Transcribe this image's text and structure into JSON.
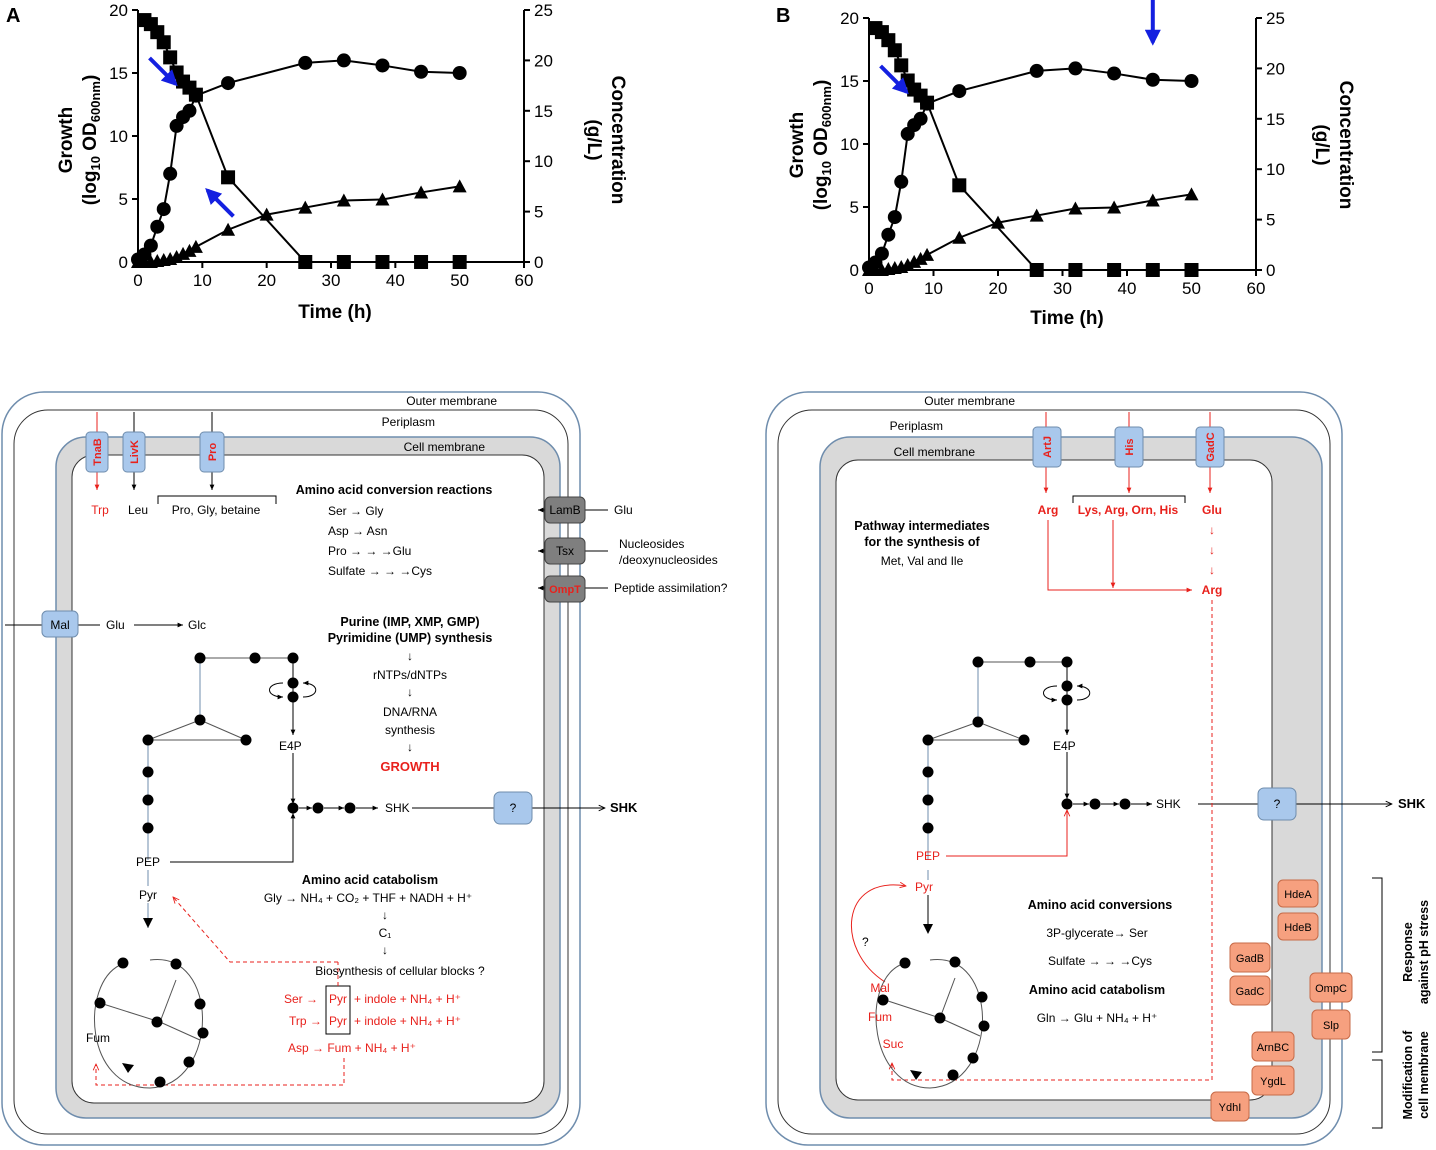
{
  "colors": {
    "black": "#000000",
    "red": "#e8211c",
    "arrow_blue": "#1420e0",
    "box_blue": "#a9c8ec",
    "box_gray": "#7f7f7f",
    "box_orange": "#f6a07f",
    "membrane": "#d9d9d9"
  },
  "chart_data": [
    {
      "panel": "A",
      "type": "line",
      "xlabel": "Time (h)",
      "ylabel_left": [
        "Growth",
        "(log10 OD600nm)"
      ],
      "ylabel_right": [
        "Concentration",
        "(g/L)"
      ],
      "xlim": [
        0,
        60
      ],
      "xticks": [
        0,
        10,
        20,
        30,
        40,
        50,
        60
      ],
      "ylim_left": [
        0,
        20
      ],
      "yticks_left": [
        0,
        5,
        10,
        15,
        20
      ],
      "ylim_right": [
        0,
        25
      ],
      "yticks_right": [
        0,
        5,
        10,
        15,
        20,
        25
      ],
      "series": [
        {
          "marker": "circle",
          "axis": "left",
          "x": [
            0,
            1,
            2,
            3,
            4,
            5,
            6,
            7,
            8,
            9,
            14,
            26,
            32,
            38,
            44,
            50
          ],
          "y": [
            0.2,
            0.6,
            1.3,
            2.8,
            4.2,
            7.0,
            10.8,
            11.5,
            12.0,
            13.2,
            14.2,
            15.8,
            16.0,
            15.6,
            15.1,
            15.0
          ]
        },
        {
          "marker": "square",
          "axis": "right",
          "x": [
            1,
            2,
            3,
            4,
            5,
            6,
            7,
            8,
            9,
            14,
            26,
            32,
            38,
            44,
            50
          ],
          "y": [
            24.0,
            23.6,
            22.8,
            21.8,
            20.3,
            18.8,
            17.9,
            17.3,
            16.6,
            8.4,
            0,
            0,
            0,
            0,
            0
          ]
        },
        {
          "marker": "triangle",
          "axis": "right",
          "x": [
            0,
            1,
            2,
            3,
            4,
            5,
            6,
            7,
            8,
            9,
            14,
            20,
            26,
            32,
            38,
            44,
            50
          ],
          "y": [
            0,
            0,
            0,
            0.1,
            0.2,
            0.3,
            0.5,
            0.8,
            1.1,
            1.5,
            3.2,
            4.7,
            5.4,
            6.1,
            6.2,
            6.9,
            7.5
          ]
        }
      ],
      "arrows": [
        {
          "x": 3.5,
          "y": 15,
          "dir": "down-right"
        },
        {
          "x": 12.5,
          "y": 4.5,
          "dir": "up-left"
        }
      ]
    },
    {
      "panel": "B",
      "type": "line",
      "xlabel": "Time (h)",
      "ylabel_left": [
        "Growth",
        "(log10 OD600nm)"
      ],
      "ylabel_right": [
        "Concentration",
        "(g/L)"
      ],
      "xlim": [
        0,
        60
      ],
      "xticks": [
        0,
        10,
        20,
        30,
        40,
        50,
        60
      ],
      "ylim_left": [
        0,
        20
      ],
      "yticks_left": [
        0,
        5,
        10,
        15,
        20
      ],
      "ylim_right": [
        0,
        25
      ],
      "yticks_right": [
        0,
        5,
        10,
        15,
        20,
        25
      ],
      "series": [
        {
          "marker": "circle",
          "axis": "left",
          "x": [
            0,
            1,
            2,
            3,
            4,
            5,
            6,
            7,
            8,
            9,
            14,
            26,
            32,
            38,
            44,
            50
          ],
          "y": [
            0.2,
            0.6,
            1.3,
            2.8,
            4.2,
            7.0,
            10.8,
            11.5,
            12.0,
            13.2,
            14.2,
            15.8,
            16.0,
            15.6,
            15.1,
            15.0
          ]
        },
        {
          "marker": "square",
          "axis": "right",
          "x": [
            1,
            2,
            3,
            4,
            5,
            6,
            7,
            8,
            9,
            14,
            26,
            32,
            38,
            44,
            50
          ],
          "y": [
            24.0,
            23.6,
            22.8,
            21.8,
            20.3,
            18.8,
            17.9,
            17.3,
            16.6,
            8.4,
            0,
            0,
            0,
            0,
            0
          ]
        },
        {
          "marker": "triangle",
          "axis": "right",
          "x": [
            0,
            1,
            2,
            3,
            4,
            5,
            6,
            7,
            8,
            9,
            14,
            20,
            26,
            32,
            38,
            44,
            50
          ],
          "y": [
            0,
            0,
            0,
            0.1,
            0.2,
            0.3,
            0.5,
            0.8,
            1.1,
            1.5,
            3.2,
            4.7,
            5.4,
            6.1,
            6.2,
            6.9,
            7.5
          ]
        }
      ],
      "arrows": [
        {
          "x": 3.5,
          "y": 15,
          "dir": "down-right"
        },
        {
          "x": 44,
          "y": 19.8,
          "dir": "down"
        }
      ]
    }
  ],
  "diagram_a": {
    "label": "A",
    "outer_membrane": "Outer membrane",
    "periplasm": "Periplasm",
    "cell_membrane": "Cell membrane",
    "transporters": [
      "TnaB",
      "LivK",
      "Pro"
    ],
    "trp": "Trp",
    "leu": "Leu",
    "pro_gly": "Pro, Gly, betaine",
    "aa_conv_title": "Amino acid conversion reactions",
    "conv1": "Ser → Gly",
    "conv2": "Asp → Asn",
    "conv3": "Pro → → →Glu",
    "conv4": "Sulfate → → →Cys",
    "lamb": "LamB",
    "tsx": "Tsx",
    "ompt": "OmpT",
    "glu_out": "Glu",
    "nucleo1": "Nucleosides",
    "nucleo2": "/deoxynucleosides",
    "peptide": "Peptide assimilation?",
    "mal": "Mal",
    "glu_in": "Glu",
    "glc": "Glc",
    "purine": "Purine (IMP, XMP, GMP)",
    "pyrimidine": "Pyrimidine (UMP) synthesis",
    "down": "↓",
    "rntps": "rNTPs/dNTPs",
    "dnarna1": "DNA/RNA",
    "dnarna2": "synthesis",
    "growth": "GROWTH",
    "e4p": "E4P",
    "shk": "SHK",
    "q": "?",
    "shk_out": "SHK",
    "pep": "PEP",
    "pyr": "Pyr",
    "cat_title": "Amino acid catabolism",
    "gly_eq": "Gly → NH₄ + CO₂ + THF + NADH + H⁺",
    "c1": "C₁",
    "biosyn": "Biosynthesis of cellular blocks ?",
    "ser_l": "Ser →",
    "trp_l": "Trp →",
    "pyr_box": "Pyr",
    "indole": "+ indole + NH₄ + H⁺",
    "asp_eq": "Asp → Fum + NH₄ + H⁺",
    "fum": "Fum"
  },
  "diagram_b": {
    "label": "B",
    "outer_membrane": "Outer membrane",
    "periplasm": "Periplasm",
    "cell_membrane": "Cell membrane",
    "transporters": [
      "ArtJ",
      "His",
      "GadC"
    ],
    "arg": "Arg",
    "lys": "Lys, Arg, Orn, His",
    "glu": "Glu",
    "arg2": "Arg",
    "pw1": "Pathway intermediates",
    "pw2": "for the synthesis of",
    "pw3": "Met, Val and Ile",
    "e4p": "E4P",
    "shk": "SHK",
    "q": "?",
    "shk_out": "SHK",
    "pep": "PEP",
    "pyr": "Pyr",
    "q2": "?",
    "conv_title": "Amino acid conversions",
    "conv1": "3P-glycerate→ Ser",
    "conv2": "Sulfate → → →Cys",
    "cat_title": "Amino acid catabolism",
    "gln_eq": "Gln → Glu + NH₄ + H⁺",
    "mal": "Mal",
    "fum": "Fum",
    "suc": "Suc",
    "stress_boxes": [
      "HdeA",
      "HdeB",
      "GadB",
      "GadC",
      "OmpC",
      "Slp",
      "ArnBC",
      "YgdL",
      "YdhI"
    ],
    "bracket1_1": "Response",
    "bracket1_2": "against pH stress",
    "bracket2_1": "Modification of",
    "bracket2_2": "cell membrane"
  }
}
